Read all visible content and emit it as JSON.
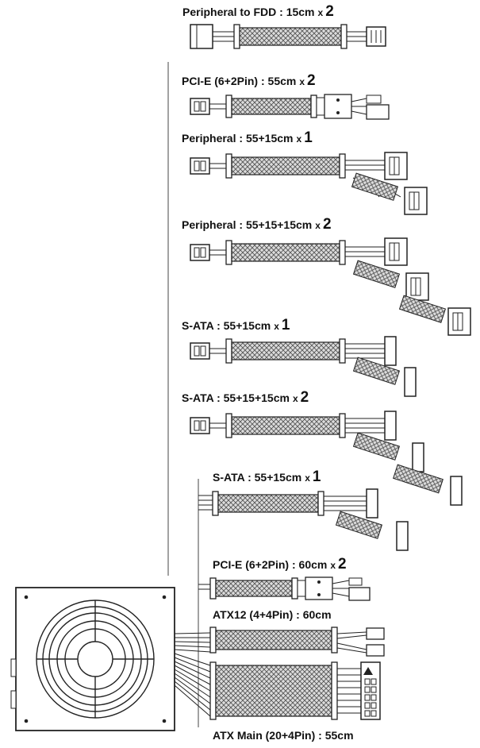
{
  "diagram": {
    "cables": [
      {
        "id": "peripheral-fdd",
        "name": "Peripheral to FDD",
        "length": "15cm",
        "mult": "x",
        "qty": "2"
      },
      {
        "id": "pcie-55",
        "name": "PCI-E (6+2Pin)",
        "length": "55cm",
        "mult": "x",
        "qty": "2"
      },
      {
        "id": "peripheral-55-15",
        "name": "Peripheral",
        "length": "55+15cm",
        "mult": "x",
        "qty": "1"
      },
      {
        "id": "peripheral-55-15-15",
        "name": "Peripheral",
        "length": "55+15+15cm",
        "mult": "x",
        "qty": "2"
      },
      {
        "id": "sata-55-15-a",
        "name": "S-ATA",
        "length": "55+15cm",
        "mult": "x",
        "qty": "1"
      },
      {
        "id": "sata-55-15-15",
        "name": "S-ATA",
        "length": "55+15+15cm",
        "mult": "x",
        "qty": "2"
      },
      {
        "id": "sata-55-15-b",
        "name": "S-ATA",
        "length": "55+15cm",
        "mult": "x",
        "qty": "1"
      },
      {
        "id": "pcie-60",
        "name": "PCI-E (6+2Pin)",
        "length": "60cm",
        "mult": "x",
        "qty": "2"
      },
      {
        "id": "atx12",
        "name": "ATX12 (4+4Pin)",
        "length": "60cm",
        "mult": "",
        "qty": ""
      },
      {
        "id": "atx-main",
        "name": "ATX Main (20+4Pin)",
        "length": "55cm",
        "mult": "",
        "qty": ""
      }
    ],
    "separator": " : ",
    "colors": {
      "line": "#222222",
      "mesh": "#9a9a9a",
      "background": "#ffffff"
    }
  }
}
